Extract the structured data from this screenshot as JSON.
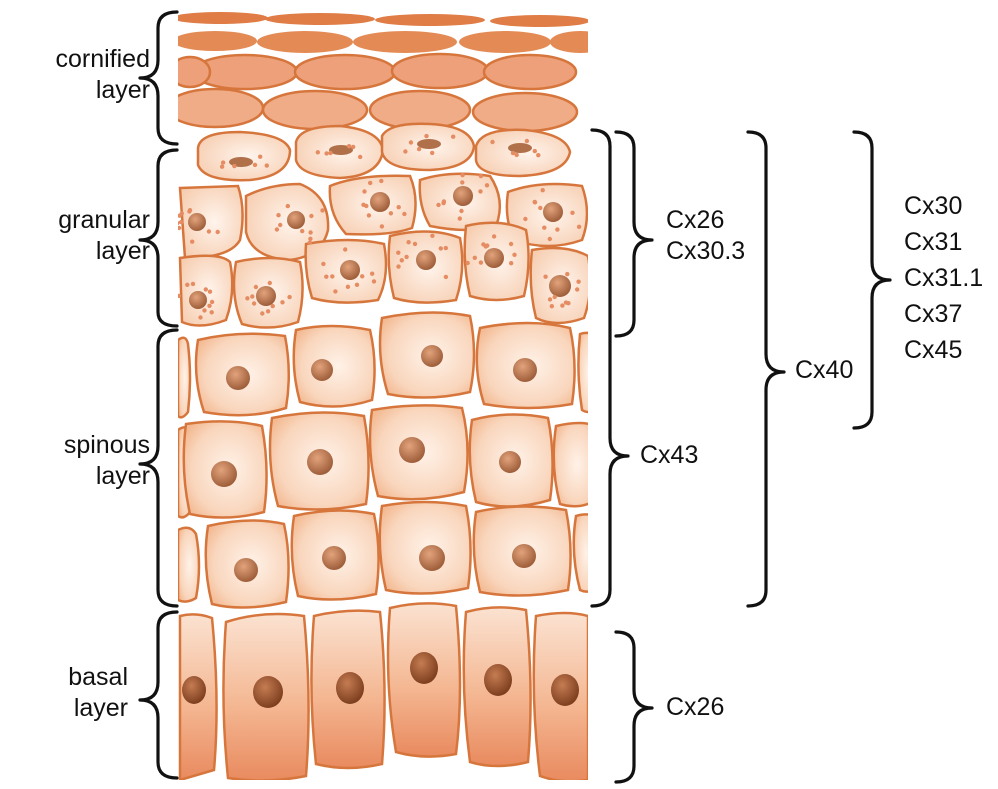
{
  "layers": [
    {
      "id": "cornified",
      "label": [
        "cornified",
        "layer"
      ]
    },
    {
      "id": "granular",
      "label": [
        "granular",
        "layer"
      ]
    },
    {
      "id": "spinous",
      "label": [
        "spinous",
        "layer"
      ]
    },
    {
      "id": "basal",
      "label": [
        "basal",
        "layer"
      ]
    }
  ],
  "connexins": {
    "granular_group": [
      "Cx26",
      "Cx30.3"
    ],
    "suprabasal_group": [
      "Cx43"
    ],
    "upper_group": [
      "Cx40"
    ],
    "all_suprabasal_group": [
      "Cx30",
      "Cx31",
      "Cx31.1",
      "Cx37",
      "Cx45"
    ],
    "basal_group": [
      "Cx26"
    ]
  },
  "colors": {
    "cornified_fill": "#e9956a",
    "cornified_dark": "#d9793f",
    "cell_outline": "#d6763c",
    "cell_fill_light": "#fbe3d3",
    "cell_fill_mid": "#f6c6a6",
    "basal_fill_top": "#f9d8c2",
    "basal_fill_bottom": "#ec9870",
    "nucleus": "#b0704a",
    "granule": "#e58c63",
    "brace": "#111111"
  }
}
